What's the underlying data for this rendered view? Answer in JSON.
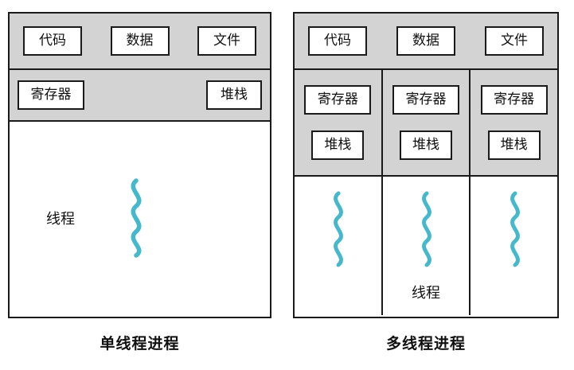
{
  "left_panel": {
    "caption": "单线程进程",
    "resources": [
      "代码",
      "数据",
      "文件"
    ],
    "registers_label": "寄存器",
    "stack_label": "堆栈",
    "thread_label": "线程"
  },
  "right_panel": {
    "caption": "多线程进程",
    "resources": [
      "代码",
      "数据",
      "文件"
    ],
    "columns": [
      {
        "registers_label": "寄存器",
        "stack_label": "堆栈"
      },
      {
        "registers_label": "寄存器",
        "stack_label": "堆栈",
        "thread_label": "线程"
      },
      {
        "registers_label": "寄存器",
        "stack_label": "堆栈"
      }
    ]
  },
  "colors": {
    "squiggle": "#46b8cb",
    "section_bg": "#d3d3d3",
    "border": "#1a1a1a"
  }
}
